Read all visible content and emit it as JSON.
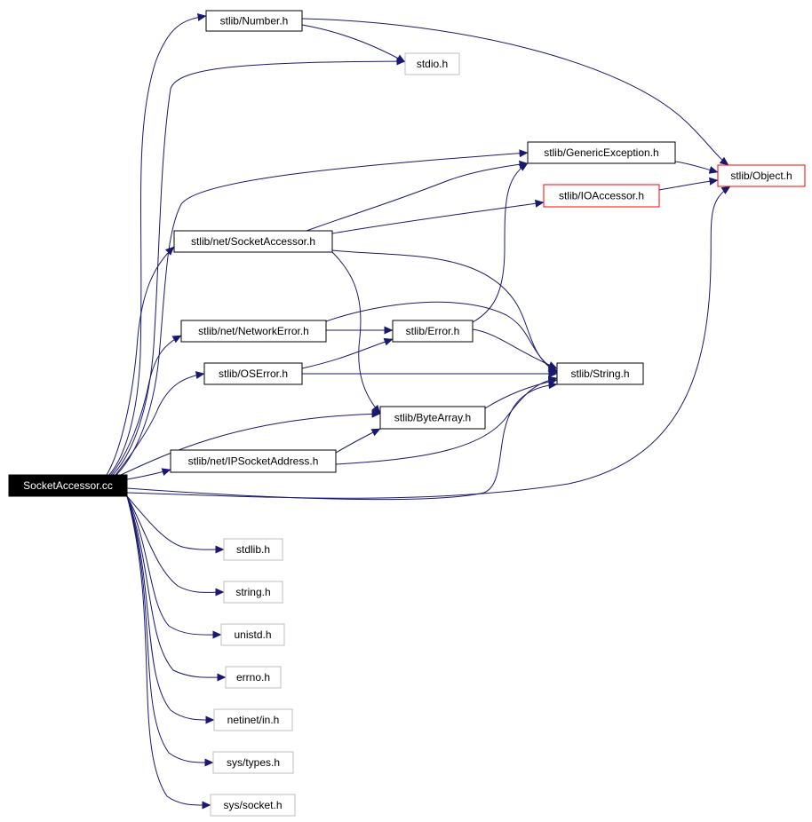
{
  "graph": {
    "nodes": [
      {
        "id": "socketaccessor-cc",
        "label": "SocketAccessor.cc",
        "style": "root"
      },
      {
        "id": "number-h",
        "label": "stlib/Number.h",
        "style": "normal"
      },
      {
        "id": "stdio-h",
        "label": "stdio.h",
        "style": "system"
      },
      {
        "id": "genericexception-h",
        "label": "stlib/GenericException.h",
        "style": "normal"
      },
      {
        "id": "object-h",
        "label": "stlib/Object.h",
        "style": "red"
      },
      {
        "id": "ioaccessor-h",
        "label": "stlib/IOAccessor.h",
        "style": "red"
      },
      {
        "id": "net-socketaccessor-h",
        "label": "stlib/net/SocketAccessor.h",
        "style": "normal"
      },
      {
        "id": "net-networkerror-h",
        "label": "stlib/net/NetworkError.h",
        "style": "normal"
      },
      {
        "id": "error-h",
        "label": "stlib/Error.h",
        "style": "normal"
      },
      {
        "id": "oserror-h",
        "label": "stlib/OSError.h",
        "style": "normal"
      },
      {
        "id": "string-stlib-h",
        "label": "stlib/String.h",
        "style": "normal"
      },
      {
        "id": "bytearray-h",
        "label": "stlib/ByteArray.h",
        "style": "normal"
      },
      {
        "id": "net-ipsocketaddress-h",
        "label": "stlib/net/IPSocketAddress.h",
        "style": "normal"
      },
      {
        "id": "stdlib-h",
        "label": "stdlib.h",
        "style": "system"
      },
      {
        "id": "string-h",
        "label": "string.h",
        "style": "system"
      },
      {
        "id": "unistd-h",
        "label": "unistd.h",
        "style": "system"
      },
      {
        "id": "errno-h",
        "label": "errno.h",
        "style": "system"
      },
      {
        "id": "netinet-in-h",
        "label": "netinet/in.h",
        "style": "system"
      },
      {
        "id": "sys-types-h",
        "label": "sys/types.h",
        "style": "system"
      },
      {
        "id": "sys-socket-h",
        "label": "sys/socket.h",
        "style": "system"
      }
    ],
    "edges": [
      [
        "socketaccessor-cc",
        "number-h"
      ],
      [
        "socketaccessor-cc",
        "stdio-h"
      ],
      [
        "socketaccessor-cc",
        "genericexception-h"
      ],
      [
        "socketaccessor-cc",
        "net-socketaccessor-h"
      ],
      [
        "socketaccessor-cc",
        "net-networkerror-h"
      ],
      [
        "socketaccessor-cc",
        "oserror-h"
      ],
      [
        "socketaccessor-cc",
        "bytearray-h"
      ],
      [
        "socketaccessor-cc",
        "net-ipsocketaddress-h"
      ],
      [
        "socketaccessor-cc",
        "string-stlib-h"
      ],
      [
        "socketaccessor-cc",
        "object-h"
      ],
      [
        "socketaccessor-cc",
        "stdlib-h"
      ],
      [
        "socketaccessor-cc",
        "string-h"
      ],
      [
        "socketaccessor-cc",
        "unistd-h"
      ],
      [
        "socketaccessor-cc",
        "errno-h"
      ],
      [
        "socketaccessor-cc",
        "netinet-in-h"
      ],
      [
        "socketaccessor-cc",
        "sys-types-h"
      ],
      [
        "socketaccessor-cc",
        "sys-socket-h"
      ],
      [
        "number-h",
        "stdio-h"
      ],
      [
        "number-h",
        "object-h"
      ],
      [
        "genericexception-h",
        "object-h"
      ],
      [
        "ioaccessor-h",
        "object-h"
      ],
      [
        "net-socketaccessor-h",
        "genericexception-h"
      ],
      [
        "net-socketaccessor-h",
        "ioaccessor-h"
      ],
      [
        "net-socketaccessor-h",
        "string-stlib-h"
      ],
      [
        "net-socketaccessor-h",
        "bytearray-h"
      ],
      [
        "net-networkerror-h",
        "error-h"
      ],
      [
        "net-networkerror-h",
        "string-stlib-h"
      ],
      [
        "error-h",
        "genericexception-h"
      ],
      [
        "error-h",
        "string-stlib-h"
      ],
      [
        "oserror-h",
        "error-h"
      ],
      [
        "oserror-h",
        "string-stlib-h"
      ],
      [
        "bytearray-h",
        "string-stlib-h"
      ],
      [
        "net-ipsocketaddress-h",
        "bytearray-h"
      ],
      [
        "net-ipsocketaddress-h",
        "string-stlib-h"
      ]
    ]
  },
  "colors": {
    "edge": "#191970",
    "root_fill": "#000000",
    "root_text": "#ffffff",
    "normal_border": "#000000",
    "red_border": "#ff0000",
    "system_border": "#bfbfbf",
    "text": "#000000"
  }
}
